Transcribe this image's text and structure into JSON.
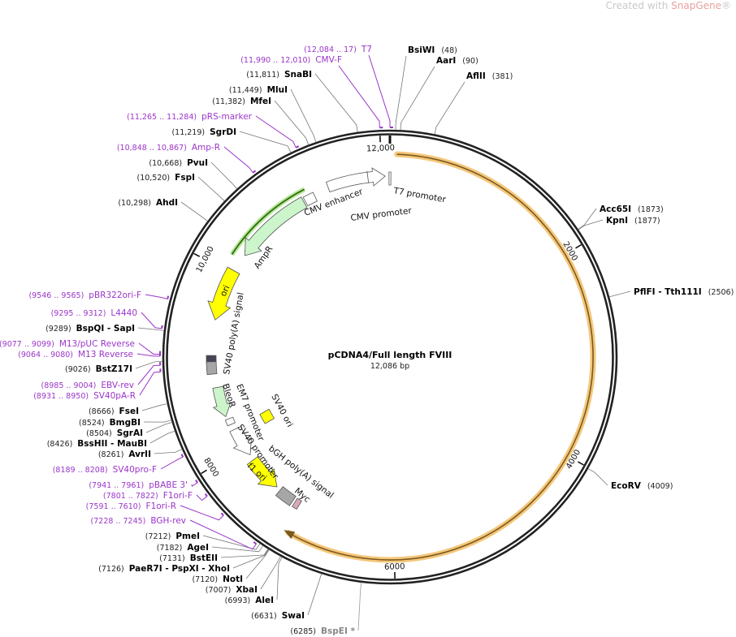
{
  "watermark": {
    "prefix": "Created with ",
    "brand": "SnapGene",
    "mark": "®"
  },
  "plasmid": {
    "name": "pCDNA4/Full length FVIII",
    "length_label": "12,086 bp",
    "length_bp": 12086
  },
  "colors": {
    "backbone": "#222222",
    "primer": "#9b35c9",
    "fviii": "#f5c77a",
    "fviii_line": "#7a5a20",
    "green": "#ccf5cc",
    "yellow": "#ffff00",
    "gray": "#a6a6a6"
  },
  "ticks": [
    {
      "bp": 2000,
      "label": "2000"
    },
    {
      "bp": 4000,
      "label": "4000"
    },
    {
      "bp": 6000,
      "label": "6000"
    },
    {
      "bp": 8000,
      "label": "8000"
    },
    {
      "bp": 10000,
      "label": "10,000"
    },
    {
      "bp": 12000,
      "label": "12,000"
    }
  ],
  "enzymes": [
    {
      "name": "BsiWI",
      "pos": "(48)",
      "bp": 48
    },
    {
      "name": "AarI",
      "pos": "(90)",
      "bp": 90
    },
    {
      "name": "AflII",
      "pos": "(381)",
      "bp": 381
    },
    {
      "name": "Acc65I",
      "pos": "(1873)",
      "bp": 1873
    },
    {
      "name": "KpnI",
      "pos": "(1877)",
      "bp": 1877
    },
    {
      "name": "PflFI  - Tth111I",
      "pos": "(2506)",
      "bp": 2506
    },
    {
      "name": "EcoRV",
      "pos": "(4009)",
      "bp": 4009
    },
    {
      "name": "BspEI *",
      "pos": "(6285)",
      "bp": 6285,
      "gray": true
    },
    {
      "name": "SwaI",
      "pos": "(6631)",
      "bp": 6631
    },
    {
      "name": "AleI",
      "pos": "(6993)",
      "bp": 6993
    },
    {
      "name": "XbaI",
      "pos": "(7007)",
      "bp": 7007
    },
    {
      "name": "NotI",
      "pos": "(7120)",
      "bp": 7120
    },
    {
      "name": "PaeR7I  - PspXI  - XhoI",
      "pos": "(7126)",
      "bp": 7126
    },
    {
      "name": "BstEII",
      "pos": "(7131)",
      "bp": 7131
    },
    {
      "name": "AgeI",
      "pos": "(7182)",
      "bp": 7182
    },
    {
      "name": "PmeI",
      "pos": "(7212)",
      "bp": 7212
    },
    {
      "name": "AvrII",
      "pos": "(8261)",
      "bp": 8261
    },
    {
      "name": "BssHII  - MauBI",
      "pos": "(8426)",
      "bp": 8426
    },
    {
      "name": "SgrAI",
      "pos": "(8504)",
      "bp": 8504
    },
    {
      "name": "BmgBI",
      "pos": "(8524)",
      "bp": 8524
    },
    {
      "name": "FseI",
      "pos": "(8666)",
      "bp": 8666
    },
    {
      "name": "BstZ17I",
      "pos": "(9026)",
      "bp": 9026
    },
    {
      "name": "BspQI  - SapI",
      "pos": "(9289)",
      "bp": 9289
    },
    {
      "name": "AhdI",
      "pos": "(10,298)",
      "bp": 10298
    },
    {
      "name": "FspI",
      "pos": "(10,520)",
      "bp": 10520
    },
    {
      "name": "PvuI",
      "pos": "(10,668)",
      "bp": 10668
    },
    {
      "name": "SgrDI",
      "pos": "(11,219)",
      "bp": 11219
    },
    {
      "name": "MfeI",
      "pos": "(11,382)",
      "bp": 11382
    },
    {
      "name": "MluI",
      "pos": "(11,449)",
      "bp": 11449
    },
    {
      "name": "SnaBI",
      "pos": "(11,811)",
      "bp": 11811
    }
  ],
  "primers": [
    {
      "name": "T7",
      "range": "(12,084 .. 17)",
      "bp": 12086
    },
    {
      "name": "CMV-F",
      "range": "(11,990 .. 12,010)",
      "bp": 12000
    },
    {
      "name": "pRS-marker",
      "range": "(11,265 .. 11,284)",
      "bp": 11275
    },
    {
      "name": "Amp-R",
      "range": "(10,848 .. 10,867)",
      "bp": 10858
    },
    {
      "name": "pBR322ori-F",
      "range": "(9546 .. 9565)",
      "bp": 9556
    },
    {
      "name": "L4440",
      "range": "(9295 .. 9312)",
      "bp": 9304
    },
    {
      "name": "M13/pUC Reverse",
      "range": "(9077 .. 9099)",
      "bp": 9088
    },
    {
      "name": "M13 Reverse",
      "range": "(9064 .. 9080)",
      "bp": 9072
    },
    {
      "name": "EBV-rev",
      "range": "(8985 .. 9004)",
      "bp": 8995
    },
    {
      "name": "SV40pA-R",
      "range": "(8931 .. 8950)",
      "bp": 8940
    },
    {
      "name": "SV40pro-F",
      "range": "(8189 .. 8208)",
      "bp": 8198
    },
    {
      "name": "pBABE 3'",
      "range": "(7941 .. 7961)",
      "bp": 7951
    },
    {
      "name": "F1ori-F",
      "range": "(7801 .. 7822)",
      "bp": 7811
    },
    {
      "name": "F1ori-R",
      "range": "(7591 .. 7610)",
      "bp": 7600
    },
    {
      "name": "BGH-rev",
      "range": "(7228 .. 7245)",
      "bp": 7236
    }
  ],
  "features": [
    {
      "name": "CMV enhancer"
    },
    {
      "name": "CMV promoter"
    },
    {
      "name": "T7 promoter"
    },
    {
      "name": "AmpR"
    },
    {
      "name": "ori"
    },
    {
      "name": "SV40 poly(A) signal"
    },
    {
      "name": "BleoR"
    },
    {
      "name": "EM7 promoter"
    },
    {
      "name": "SV40 ori"
    },
    {
      "name": "SV40 promoter"
    },
    {
      "name": "f1 ori"
    },
    {
      "name": "bGH poly(A) signal"
    },
    {
      "name": "Myc"
    }
  ]
}
